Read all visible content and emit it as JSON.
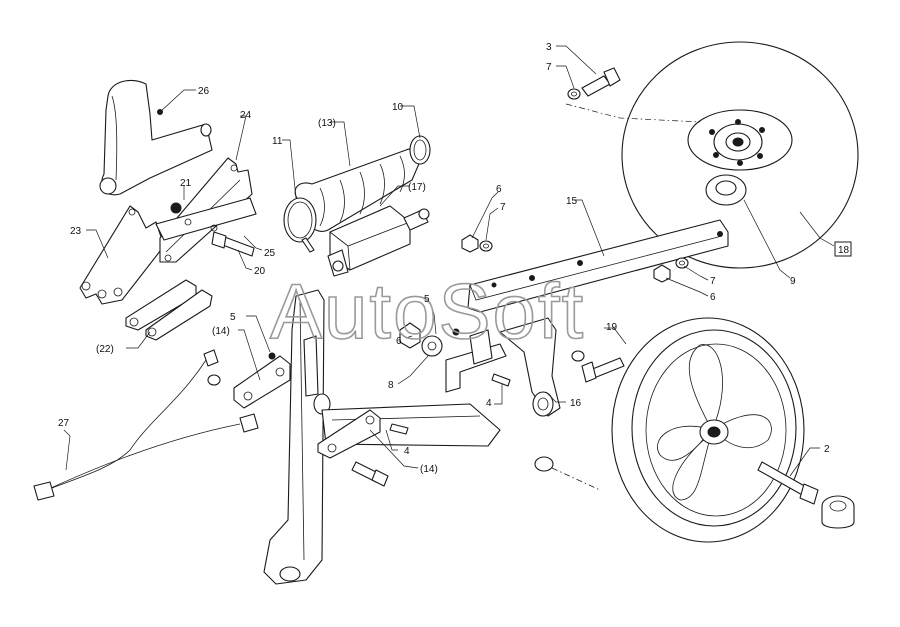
{
  "watermark": "AutoSoft",
  "colors": {
    "line": "#1a1a1a",
    "watermark": "#9a9a9a",
    "background": "#ffffff"
  },
  "callouts": {
    "c2": "2",
    "c3": "3",
    "c4a": "4",
    "c4b": "4",
    "c5a": "5",
    "c5b": "5",
    "c6a": "6",
    "c6b": "6",
    "c6c": "6",
    "c7a": "7",
    "c7b": "7",
    "c7c": "7",
    "c8": "8",
    "c9": "9",
    "c10": "10",
    "c11": "11",
    "c13": "(13)",
    "c14a": "(14)",
    "c14b": "(14)",
    "c15": "15",
    "c16": "16",
    "c17": "(17)",
    "c18": "18",
    "c19": "19",
    "c20": "20",
    "c21": "21",
    "c22": "(22)",
    "c23": "23",
    "c24": "24",
    "c25": "25",
    "c26": "26",
    "c27": "27"
  }
}
